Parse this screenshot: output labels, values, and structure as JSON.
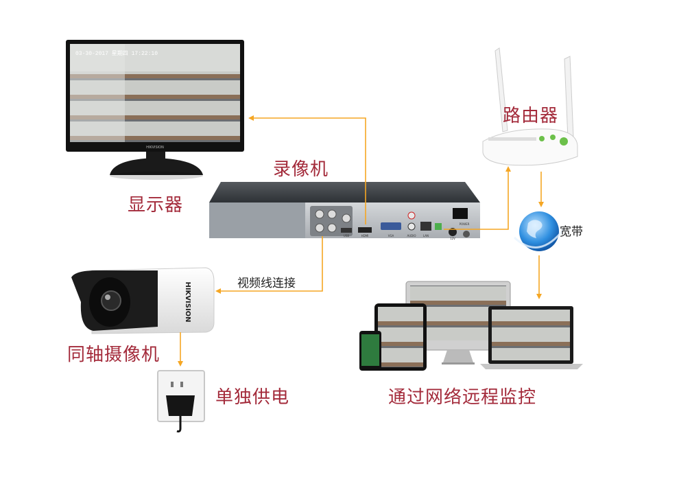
{
  "labels": {
    "monitor": "显示器",
    "dvr": "录像机",
    "router": "路由器",
    "broadband": "宽带",
    "video_cable": "视频线连接",
    "camera": "同轴摄像机",
    "power": "单独供电",
    "remote": "通过网络远程监控"
  },
  "monitor_screen": {
    "timestamp": "03-30-2017 星期四 17:22:10"
  },
  "brand": {
    "monitor_logo": "HIKVISION",
    "camera_logo": "HIKVISION"
  },
  "dvr_ports": {
    "hdmi": "HDMI",
    "vga": "VGA",
    "lan": "LAN",
    "usb": "USB",
    "audio": "AUDIO",
    "power": "POWER",
    "dc": "12V"
  },
  "colors": {
    "arrow": "#f5a623",
    "label": "#a32a3a",
    "dvr_body": "#3d4146",
    "dvr_front": "#bfc3c7"
  }
}
